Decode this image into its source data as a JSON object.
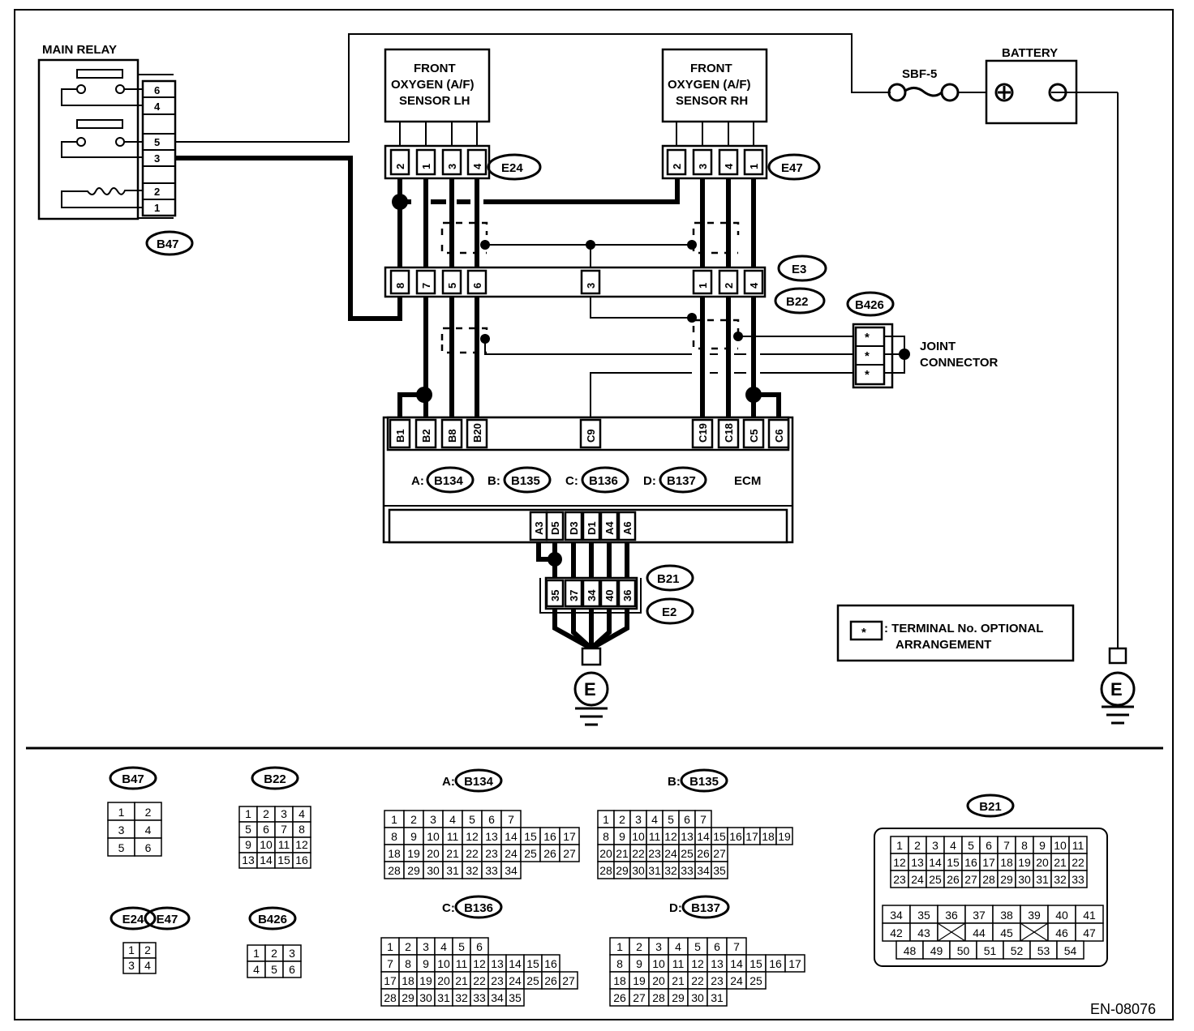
{
  "diagram_id": "EN-08076",
  "components": {
    "main_relay": {
      "label": "MAIN RELAY",
      "connector": "B47",
      "pins": [
        "6",
        "4",
        "5",
        "3",
        "2",
        "1"
      ]
    },
    "sensor_lh": {
      "line1": "FRONT",
      "line2": "OXYGEN (A/F)",
      "line3": "SENSOR LH",
      "connector": "E24",
      "pins": [
        "2",
        "1",
        "3",
        "4"
      ]
    },
    "sensor_rh": {
      "line1": "FRONT",
      "line2": "OXYGEN (A/F)",
      "line3": "SENSOR RH",
      "connector": "E47",
      "pins": [
        "2",
        "3",
        "4",
        "1"
      ]
    },
    "fuse": {
      "label": "SBF-5"
    },
    "battery": {
      "label": "BATTERY",
      "plus": "+",
      "minus": "−"
    },
    "e3_b22": {
      "connector_top": "E3",
      "connector_bottom": "B22",
      "pins": [
        "8",
        "7",
        "5",
        "6",
        "3",
        "1",
        "2",
        "4"
      ]
    },
    "joint": {
      "connector": "B426",
      "line1": "JOINT",
      "line2": "CONNECTOR",
      "pins": [
        "*",
        "*",
        "*"
      ]
    },
    "ecm": {
      "label": "ECM",
      "upper_pins": [
        "B1",
        "B2",
        "B8",
        "B20",
        "C9",
        "C19",
        "C18",
        "C5",
        "C6"
      ],
      "connectors": [
        {
          "prefix": "A:",
          "code": "B134"
        },
        {
          "prefix": "B:",
          "code": "B135"
        },
        {
          "prefix": "C:",
          "code": "B136"
        },
        {
          "prefix": "D:",
          "code": "B137"
        }
      ],
      "lower_pins": [
        "A3",
        "D5",
        "D3",
        "D1",
        "A4",
        "A6"
      ]
    },
    "b21_e2": {
      "connector_top": "B21",
      "connector_bottom": "E2",
      "pins": [
        "35",
        "37",
        "34",
        "40",
        "36"
      ]
    },
    "ground": {
      "label": "E"
    },
    "legend": {
      "symbol": "*",
      "line1": ": TERMINAL No. OPTIONAL",
      "line2": "ARRANGEMENT"
    }
  },
  "connector_views": {
    "b47": {
      "label": "B47",
      "rows": [
        [
          "1",
          "2"
        ],
        [
          "3",
          "4"
        ],
        [
          "5",
          "6"
        ]
      ]
    },
    "b22": {
      "label": "B22",
      "rows": [
        [
          "1",
          "2",
          "3",
          "4"
        ],
        [
          "5",
          "6",
          "7",
          "8"
        ],
        [
          "9",
          "10",
          "11",
          "12"
        ],
        [
          "13",
          "14",
          "15",
          "16"
        ]
      ]
    },
    "e24": {
      "label": "E24"
    },
    "e47": {
      "label": "E47",
      "rows": [
        [
          "1",
          "2"
        ],
        [
          "3",
          "4"
        ]
      ]
    },
    "b426": {
      "label": "B426",
      "rows": [
        [
          "1",
          "2",
          "3"
        ],
        [
          "4",
          "5",
          "6"
        ]
      ]
    },
    "b134": {
      "prefix": "A:",
      "label": "B134",
      "rows": [
        [
          "1",
          "2",
          "3",
          "4",
          "5",
          "6",
          "7"
        ],
        [
          "8",
          "9",
          "10",
          "11",
          "12",
          "13",
          "14",
          "15",
          "16",
          "17"
        ],
        [
          "18",
          "19",
          "20",
          "21",
          "22",
          "23",
          "24",
          "25",
          "26",
          "27"
        ],
        [
          "28",
          "29",
          "30",
          "31",
          "32",
          "33",
          "34"
        ]
      ]
    },
    "b135": {
      "prefix": "B:",
      "label": "B135",
      "rows": [
        [
          "1",
          "2",
          "3",
          "4",
          "5",
          "6",
          "7"
        ],
        [
          "8",
          "9",
          "10",
          "11",
          "12",
          "13",
          "14",
          "15",
          "16",
          "17",
          "18",
          "19"
        ],
        [
          "20",
          "21",
          "22",
          "23",
          "24",
          "25",
          "26",
          "27"
        ],
        [
          "28",
          "29",
          "30",
          "31",
          "32",
          "33",
          "34",
          "35"
        ]
      ]
    },
    "b136": {
      "prefix": "C:",
      "label": "B136",
      "rows": [
        [
          "1",
          "2",
          "3",
          "4",
          "5",
          "6"
        ],
        [
          "7",
          "8",
          "9",
          "10",
          "11",
          "12",
          "13",
          "14",
          "15",
          "16"
        ],
        [
          "17",
          "18",
          "19",
          "20",
          "21",
          "22",
          "23",
          "24",
          "25",
          "26",
          "27"
        ],
        [
          "28",
          "29",
          "30",
          "31",
          "32",
          "33",
          "34",
          "35"
        ]
      ]
    },
    "b137": {
      "prefix": "D:",
      "label": "B137",
      "rows": [
        [
          "1",
          "2",
          "3",
          "4",
          "5",
          "6",
          "7"
        ],
        [
          "8",
          "9",
          "10",
          "11",
          "12",
          "13",
          "14",
          "15",
          "16",
          "17"
        ],
        [
          "18",
          "19",
          "20",
          "21",
          "22",
          "23",
          "24",
          "25"
        ],
        [
          "26",
          "27",
          "28",
          "29",
          "30",
          "31"
        ]
      ]
    },
    "b21": {
      "label": "B21",
      "rows": [
        [
          "1",
          "2",
          "3",
          "4",
          "5",
          "6",
          "7",
          "8",
          "9",
          "10",
          "11"
        ],
        [
          "12",
          "13",
          "14",
          "15",
          "16",
          "17",
          "18",
          "19",
          "20",
          "21",
          "22"
        ],
        [
          "23",
          "24",
          "25",
          "26",
          "27",
          "28",
          "29",
          "30",
          "31",
          "32",
          "33"
        ],
        [
          "34",
          "35",
          "36",
          "37",
          "38",
          "39",
          "40",
          "41"
        ],
        [
          "42",
          "43",
          "",
          "44",
          "45",
          "",
          "46",
          "47"
        ],
        [
          "48",
          "49",
          "50",
          "51",
          "52",
          "53",
          "54"
        ]
      ]
    }
  }
}
